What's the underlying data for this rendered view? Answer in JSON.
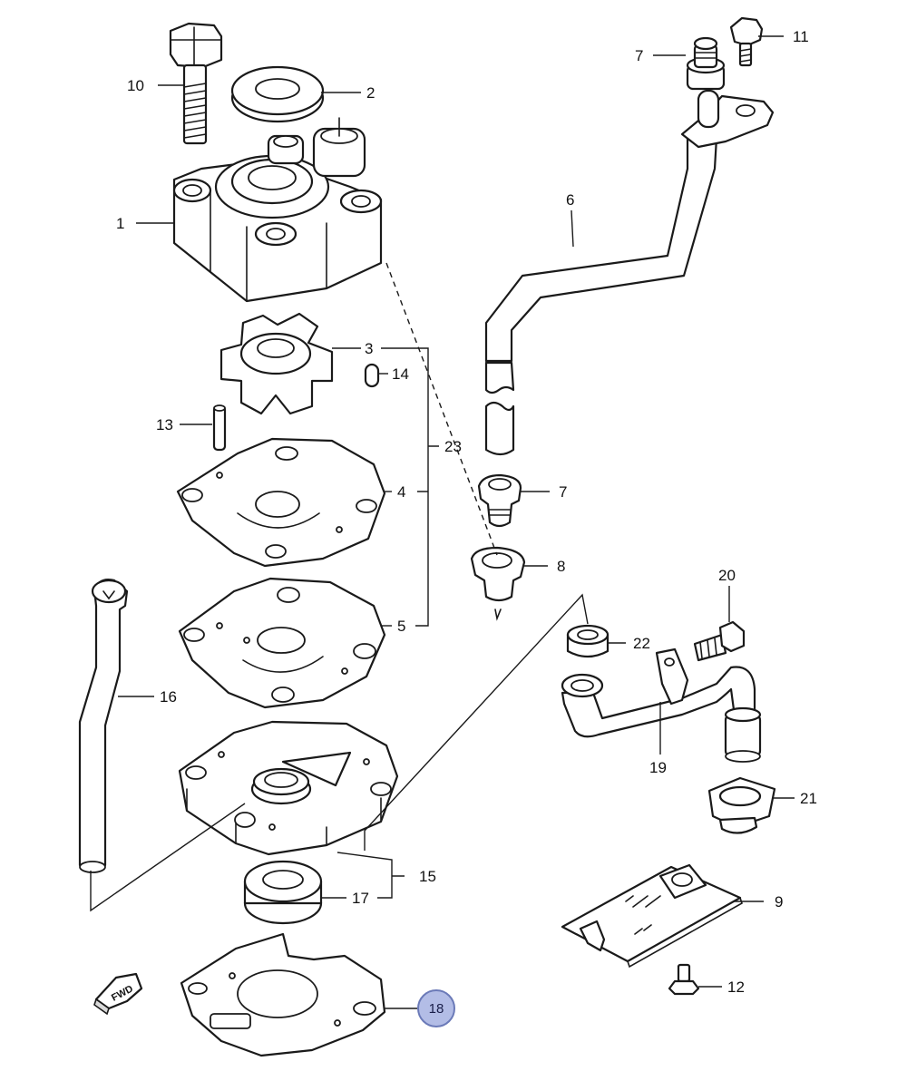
{
  "diagram": {
    "highlight_color": "#b3bde6",
    "parts": {
      "p1": "1",
      "p2": "2",
      "p3": "3",
      "p4": "4",
      "p5": "5",
      "p6": "6",
      "p7a": "7",
      "p7b": "7",
      "p8": "8",
      "p9": "9",
      "p10": "10",
      "p11": "11",
      "p12": "12",
      "p13": "13",
      "p14": "14",
      "p15": "15",
      "p16": "16",
      "p17": "17",
      "p18": "18",
      "p19": "19",
      "p20": "20",
      "p21": "21",
      "p22": "22",
      "p23": "23"
    },
    "fwd_label": "FWD",
    "highlighted_part": "18"
  }
}
